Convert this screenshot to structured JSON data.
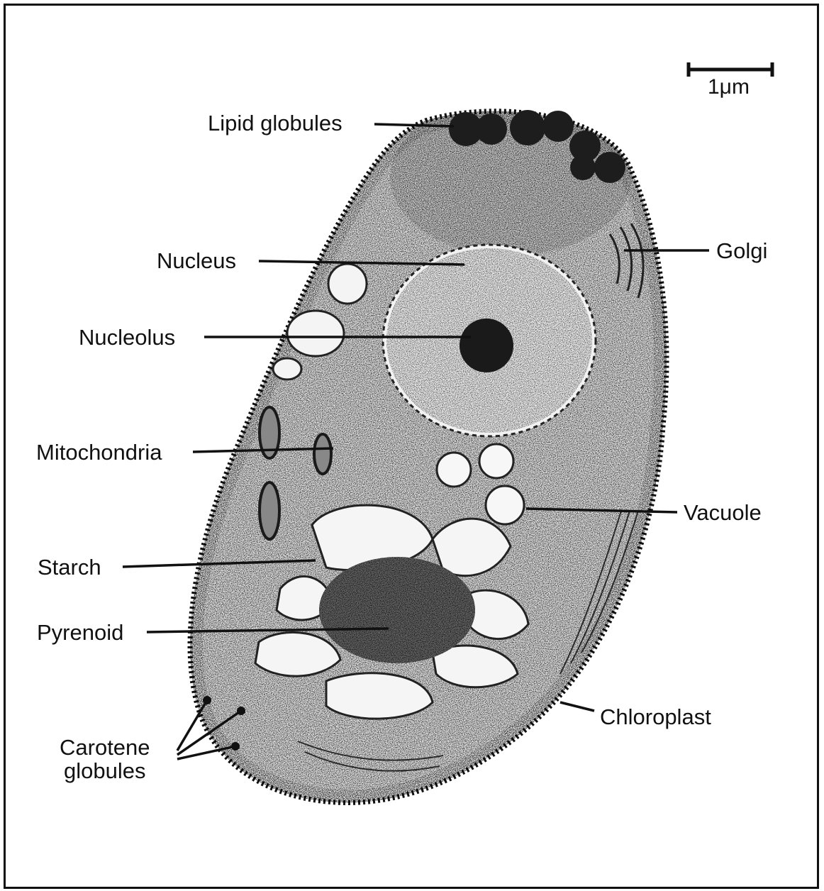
{
  "scale_bar": {
    "label": "1μm"
  },
  "labels": {
    "lipid_globules": "Lipid globules",
    "nucleus": "Nucleus",
    "golgi": "Golgi",
    "nucleolus": "Nucleolus",
    "mitochondria": "Mitochondria",
    "vacuole": "Vacuole",
    "starch": "Starch",
    "pyrenoid": "Pyrenoid",
    "chloroplast": "Chloroplast",
    "carotene_line1": "Carotene",
    "carotene_line2": "globules"
  }
}
